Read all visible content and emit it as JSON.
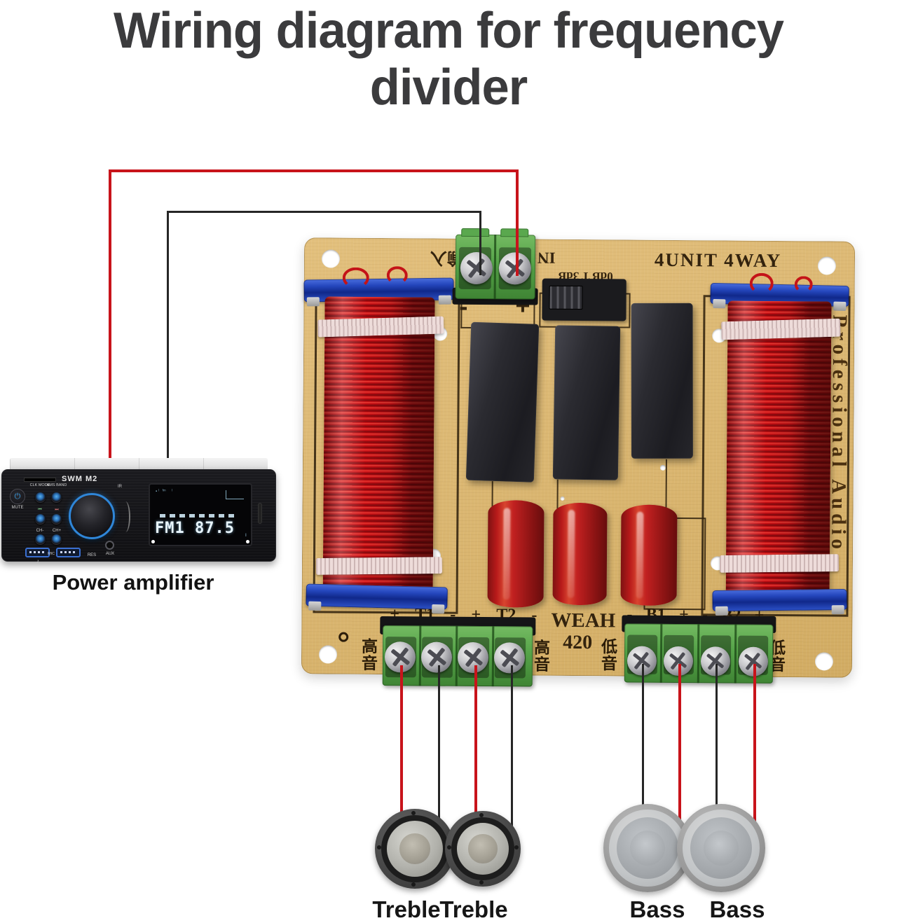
{
  "title": {
    "line1": "Wiring diagram for frequency",
    "line2": "divider"
  },
  "amplifier": {
    "label": "Power amplifier",
    "model": "SWM M2",
    "display": {
      "station": "FM1 87.5"
    },
    "buttons": {
      "power": "⏻",
      "mute": "MUTE",
      "clk_mode": "CLK MODE",
      "ams_band": "AMS BAND",
      "prev": "⏮",
      "next": "⏭",
      "ch_minus": "CH-",
      "ch_plus": "CH+",
      "music": "♪",
      "mic": "MIC",
      "res": "RES",
      "aux": "AUX",
      "ir": "IR"
    }
  },
  "board": {
    "heading": "4UNIT 4WAY",
    "side_text": "Professional Audio",
    "model": "WEAH",
    "model_number": "420",
    "input": {
      "cn": "输入",
      "en": "IN",
      "minus": "-",
      "plus": "+"
    },
    "switch_label": "0dB T 3dB",
    "treble_terminals": [
      "+",
      "T1",
      "-",
      "+",
      "T2",
      "-"
    ],
    "bass_terminals": [
      "-",
      "B1",
      "+",
      "-",
      "B2",
      "+"
    ],
    "treble_cn": "高音",
    "bass_cn": "低音"
  },
  "speakers": {
    "treble1": "Treble",
    "treble2": "Treble",
    "bass1": "Bass",
    "bass2": "Bass"
  },
  "colors": {
    "wire_red": "#c8141b",
    "wire_black": "#262626",
    "pcb": "#dcb873",
    "terminal_green": "#55a348",
    "coil_red": "#cc1016",
    "accent_blue": "#2f86d8"
  }
}
